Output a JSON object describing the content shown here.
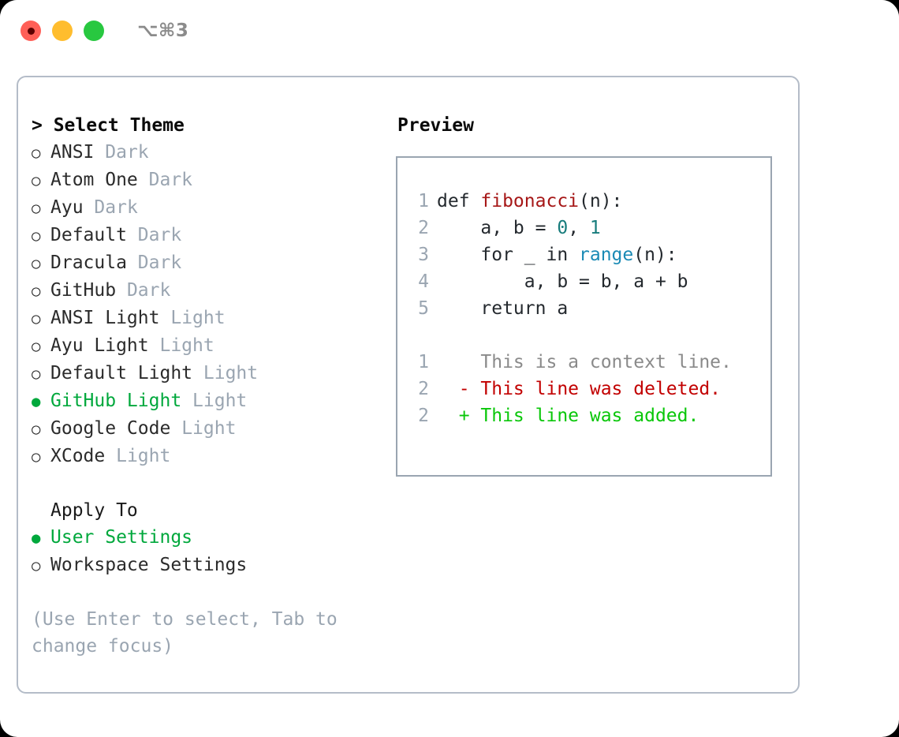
{
  "titlebar": {
    "shortcut": "⌥⌘3",
    "lights": [
      {
        "name": "close",
        "color": "#ff5f57"
      },
      {
        "name": "minimize",
        "color": "#ffbd2e"
      },
      {
        "name": "maximize",
        "color": "#28c840"
      }
    ]
  },
  "theme_panel": {
    "heading": "> Select Theme",
    "options": [
      {
        "marker": "○",
        "label": "ANSI",
        "variant": "Dark",
        "selected": false
      },
      {
        "marker": "○",
        "label": "Atom One",
        "variant": "Dark",
        "selected": false
      },
      {
        "marker": "○",
        "label": "Ayu",
        "variant": "Dark",
        "selected": false
      },
      {
        "marker": "○",
        "label": "Default",
        "variant": "Dark",
        "selected": false
      },
      {
        "marker": "○",
        "label": "Dracula",
        "variant": "Dark",
        "selected": false
      },
      {
        "marker": "○",
        "label": "GitHub",
        "variant": "Dark",
        "selected": false
      },
      {
        "marker": "○",
        "label": "ANSI Light",
        "variant": "Light",
        "selected": false
      },
      {
        "marker": "○",
        "label": "Ayu Light",
        "variant": "Light",
        "selected": false
      },
      {
        "marker": "○",
        "label": "Default Light",
        "variant": "Light",
        "selected": false
      },
      {
        "marker": "●",
        "label": "GitHub Light",
        "variant": "Light",
        "selected": true
      },
      {
        "marker": "○",
        "label": "Google Code",
        "variant": "Light",
        "selected": false
      },
      {
        "marker": "○",
        "label": "XCode",
        "variant": "Light",
        "selected": false
      }
    ]
  },
  "apply_to": {
    "heading": "Apply To",
    "options": [
      {
        "marker": "●",
        "label": "User Settings",
        "selected": true
      },
      {
        "marker": "○",
        "label": "Workspace Settings",
        "selected": false
      }
    ]
  },
  "hint": "(Use Enter to select, Tab to change focus)",
  "preview": {
    "title": "Preview",
    "code_lines": [
      {
        "num": "1",
        "tokens": [
          {
            "text": "def ",
            "style": "plain"
          },
          {
            "text": "fibonacci",
            "style": "fn"
          },
          {
            "text": "(n):",
            "style": "plain"
          }
        ]
      },
      {
        "num": "2",
        "tokens": [
          {
            "text": "    a, b = ",
            "style": "plain"
          },
          {
            "text": "0",
            "style": "num"
          },
          {
            "text": ", ",
            "style": "plain"
          },
          {
            "text": "1",
            "style": "num"
          }
        ]
      },
      {
        "num": "3",
        "tokens": [
          {
            "text": "    for _ in ",
            "style": "plain"
          },
          {
            "text": "range",
            "style": "call"
          },
          {
            "text": "(n):",
            "style": "plain"
          }
        ]
      },
      {
        "num": "4",
        "tokens": [
          {
            "text": "        a, b = b, a + b",
            "style": "plain"
          }
        ]
      },
      {
        "num": "5",
        "tokens": [
          {
            "text": "    return a",
            "style": "plain"
          }
        ]
      }
    ],
    "diff_lines": [
      {
        "num": "1",
        "sign": " ",
        "text": "This is a context line.",
        "kind": "context"
      },
      {
        "num": "2",
        "sign": "-",
        "text": "This line was deleted.",
        "kind": "deleted"
      },
      {
        "num": "2",
        "sign": "+",
        "text": "This line was added.",
        "kind": "added"
      }
    ]
  },
  "colors": {
    "accent_green": "#00a83c",
    "muted": "#9aa5b1",
    "border": "#b4bcc8",
    "panel_border": "#9aa5b1",
    "code_fn": "#a61717",
    "code_num": "#177c7c",
    "code_call": "#1a8ab5",
    "diff_deleted": "#c20000",
    "diff_added": "#0ac70a",
    "diff_context": "#8a8a8a"
  }
}
